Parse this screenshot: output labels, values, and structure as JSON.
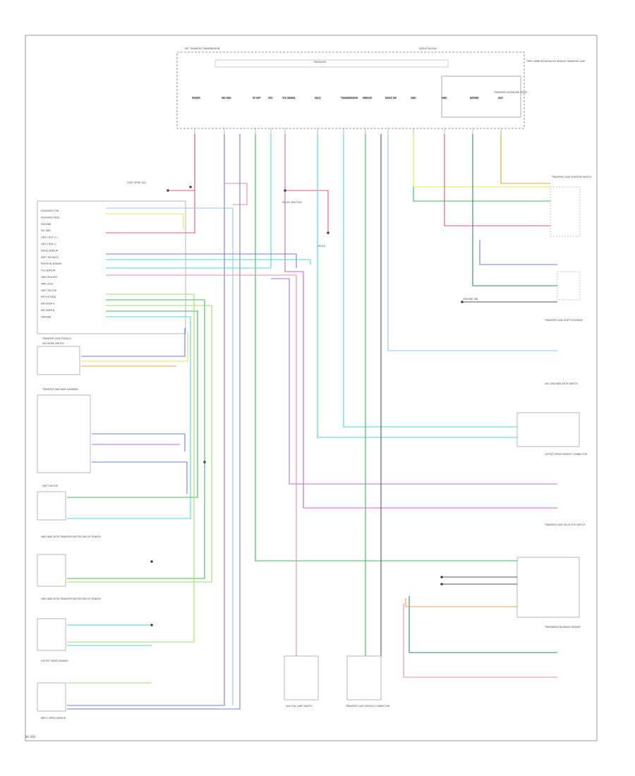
{
  "module": {
    "top_left_label": "ENT TRANSFER\nTRANSMISSION",
    "top_right_label": "GROUP\nBLOCKS",
    "side_label": "TIPM\nCOMBUSTION\nBLOCK\nSENSOR\nTRANSFER\nCASE",
    "internal_bus": "MESSAGES",
    "inner_box_label": "TRANSFER\nSOLENOIDS\nRELAY",
    "pins": [
      "POWER",
      "SIG GND",
      "5V REF",
      "VSS",
      "TCS SIGNAL",
      "HI/LO",
      "TRANSMISSION",
      "SENSOR",
      "MODE SW",
      "2WD",
      "4WD",
      "N/PRND",
      "AUX"
    ]
  },
  "left_connector": {
    "header": "TRANSFER CASE MODULE",
    "rows": [
      "SOLENOID CTRL",
      "SOLENOID FEED",
      "GROUND",
      "SIG GND",
      "CAN C BUS (+)",
      "CAN C BUS (-)",
      "MODE SENSOR",
      "SHIFT REQUEST",
      "POSITION SENSOR",
      "TCS SENSOR",
      "2WD REQUEST",
      "4WD LOCK",
      "SHIFT MOTOR",
      "MOTOR FEED",
      "ENCODER A",
      "ENCODER B",
      "GROUND"
    ]
  },
  "labels": {
    "fuse": "FUSE\n(TIPM)\n20A",
    "splice1": "SPLICE\nJUNCTION",
    "splice2": "SPLICE",
    "ground": "GROUND\nTAB",
    "mode_switch": "4X4 MODE SWITCH",
    "encoder": "TRANSFER ENCODER\nASSEMBLY",
    "motor": "SHIFT MOTOR",
    "sensor_4wd": "4WD INDICATOR\nTRANSFER MOTOR\nCIRCUIT SENSOR",
    "sensor_2wd": "2WD INDICATOR\nTRANSFER MOTOR\nCIRCUIT SENSOR",
    "sensor_out": "OUTPUT SPEED\nSENSOR",
    "sensor_in": "INPUT SPEED\nSENSOR",
    "right_top": "TRANSFER\nCASE\nPOSITION\nSWITCH",
    "right_mid": "TRANSFER CASE\nSHIFT\nSOLENOID",
    "right_mid2": "4X4 LOW\nINDICATOR\nSWITCH",
    "right_low": "TRANSFER CASE\nSELECTOR\nSWITCH",
    "right_conn": "OUTPUT SPEED\nSENSOR\nCONNECTOR",
    "right_bottom": "TRANSMISSION\nRANGE\nSENSOR",
    "bottom1": "4X4 LOW\nLAMP\nSWITCH",
    "bottom2": "TRANSFER\nCASE\nMODULE\nCONNECTOR",
    "footer": "W/ 4X4"
  },
  "colors": {
    "red": "#e8557a",
    "pink": "#f08aa8",
    "blue": "#6f7fe0",
    "ltblue": "#8fc6ff",
    "cyan": "#4fd6d6",
    "green": "#3cb95a",
    "dkgreen": "#2d8a6a",
    "yellow": "#e4e35a",
    "orange": "#f0a040",
    "purple": "#b070e0",
    "magenta": "#d060c8",
    "lime": "#9adf6a",
    "gray": "#555555"
  }
}
